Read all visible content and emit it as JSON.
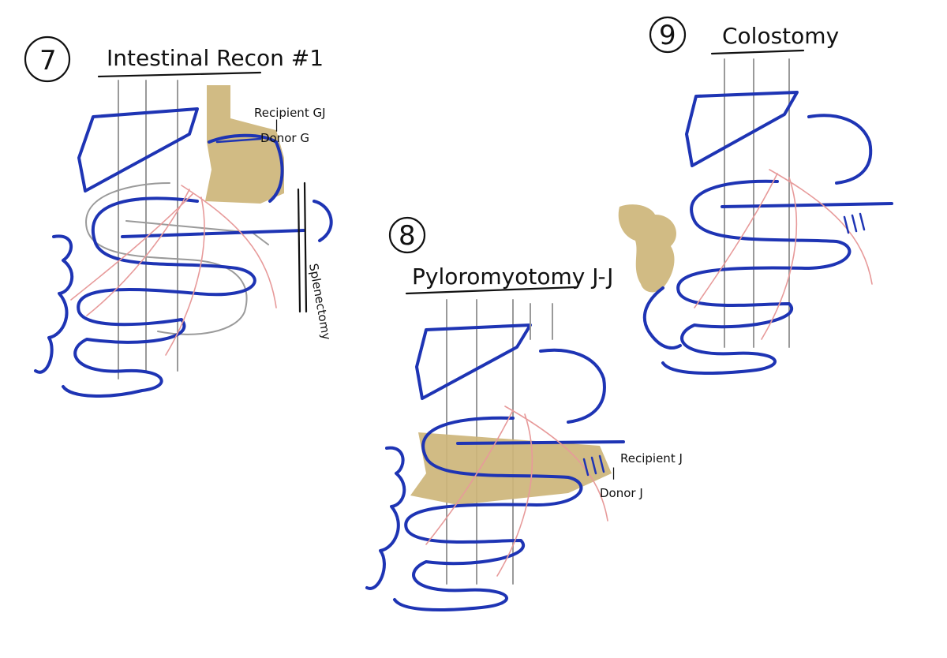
{
  "panels": [
    {
      "number": "7",
      "title": "Intestinal Recon #1",
      "labels": [
        "Recipient GJ",
        "|",
        "Donor G",
        "Splenectomy"
      ]
    },
    {
      "number": "8",
      "title": "Pyloromyotomy J-J",
      "labels": [
        "Recipient J",
        "|",
        "Donor J"
      ]
    },
    {
      "number": "9",
      "title": "Colostomy",
      "labels": []
    }
  ],
  "colors": {
    "organ_outline": "#1e34b4",
    "graft_outline": "#9a9a9a",
    "vessels": "#e79a9a",
    "highlight": "#cdb57a"
  }
}
